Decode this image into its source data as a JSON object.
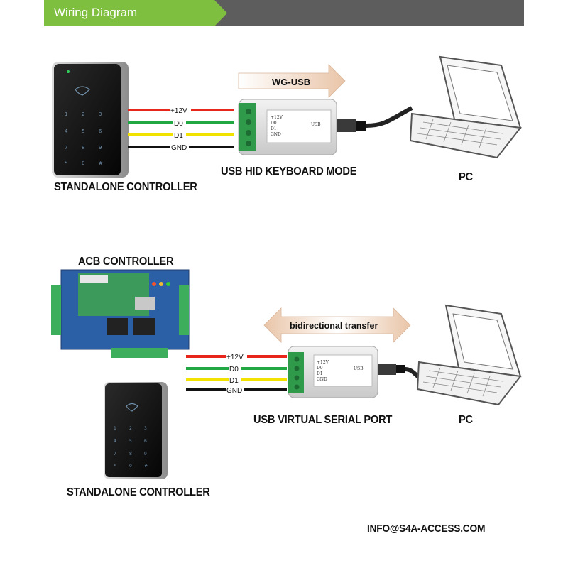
{
  "header": {
    "title": "Wiring Diagram"
  },
  "section1": {
    "controller_label": "STANDALONE CONTROLLER",
    "adapter_label": "USB HID KEYBOARD MODE",
    "arrow_label": "WG-USB",
    "pc_label": "PC",
    "wires": [
      "+12V",
      "D0",
      "D1",
      "GND"
    ],
    "adapter_pins": [
      "+12V",
      "D0",
      "D1",
      "GND"
    ],
    "adapter_port": "USB"
  },
  "section2": {
    "acb_label": "ACB CONTROLLER",
    "controller_label": "STANDALONE CONTROLLER",
    "adapter_label": "USB VIRTUAL SERIAL PORT",
    "arrow_label": "bidirectional transfer",
    "pc_label": "PC",
    "wires": [
      "+12V",
      "D0",
      "D1",
      "GND"
    ],
    "adapter_pins": [
      "+12V",
      "D0",
      "D1",
      "GND"
    ],
    "adapter_port": "USB"
  },
  "footer": {
    "contact": "INFO@S4A-ACCESS.COM"
  },
  "colors": {
    "wire_12v": "#e8261c",
    "wire_d0": "#22a843",
    "wire_d1": "#f2e200",
    "wire_gnd": "#111111",
    "banner_green": "#7fbf3f",
    "banner_gray": "#5d5d5d"
  },
  "icons": [
    "keypad-device",
    "laptop-icon",
    "usb-adapter",
    "acb-board"
  ]
}
